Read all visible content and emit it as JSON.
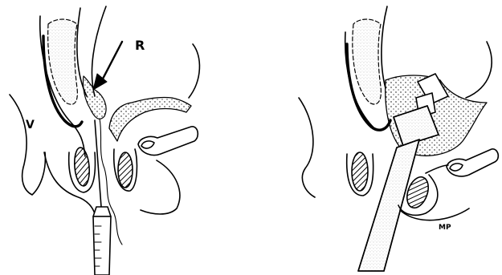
{
  "figure": {
    "left_panel": {
      "label_r": "R",
      "label_v": "V"
    },
    "right_panel": {
      "signature": "MP"
    }
  },
  "colors": {
    "ink": "#000000",
    "paper": "#ffffff"
  }
}
